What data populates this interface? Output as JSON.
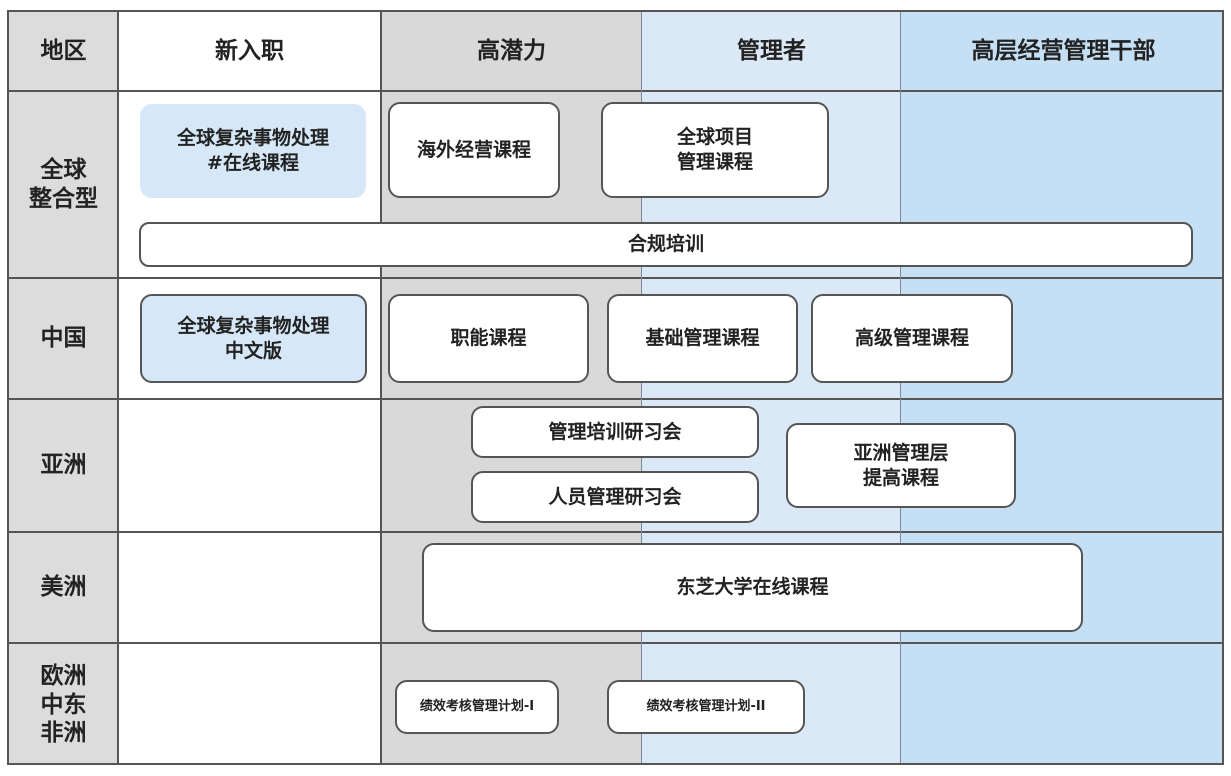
{
  "headers": {
    "region": "地区",
    "new_hire": "新入职",
    "high_potential": "高潜力",
    "manager": "管理者",
    "executive": "高层经营管理干部"
  },
  "regions": {
    "global": "全球\n整合型",
    "china": "中国",
    "asia": "亚洲",
    "americas": "美洲",
    "emea": "欧洲\n中东\n非洲"
  },
  "programs": {
    "global_complex_online": "全球复杂事物处理\n#在线课程",
    "overseas_management": "海外经营课程",
    "global_project_management": "全球项目\n管理课程",
    "compliance": "合规培训",
    "global_complex_chinese": "全球复杂事物处理\n中文版",
    "functional": "职能课程",
    "basic_management": "基础管理课程",
    "advanced_management": "高级管理课程",
    "management_training_seminar": "管理培训研习会",
    "people_management_seminar": "人员管理研习会",
    "asia_management_improvement": "亚洲管理层\n提高课程",
    "toshiba_online": "东芝大学在线课程",
    "performance_plan_1": "绩效考核管理计划-I",
    "performance_plan_2": "绩效考核管理计划-II"
  },
  "colors": {
    "region_col": "#dcdcdc",
    "new_hire_col": "#ffffff",
    "high_potential_col": "#d9d9d9",
    "manager_col": "#dbe9f6",
    "executive_col": "#c5e0f4",
    "border": "#555555"
  }
}
